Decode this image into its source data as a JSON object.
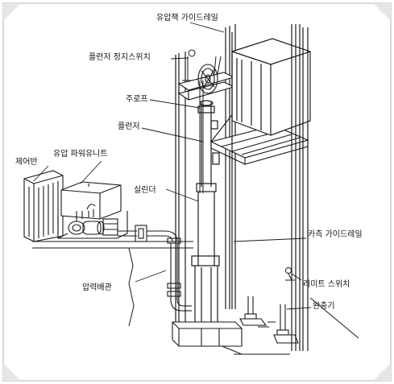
{
  "labels": {
    "jack_guide_rail": "유압잭 가이드레일",
    "plunger_stop_switch": "플런저 정지스위치",
    "main_rope": "주로프",
    "plunger": "플런저",
    "control_panel": "제어반",
    "hydraulic_power_unit": "유압 파워유니트",
    "cylinder": "실린더",
    "car_guide_rail": "카측 가이드레일",
    "pressure_pipe": "압력배관",
    "limit_switch": "리미트 스위치",
    "buffer": "완충기"
  },
  "colors": {
    "line": "#1a1a1a",
    "frame_border": "#d9d9d9",
    "corner_tab": "#e6e6e6",
    "background": "#ffffff"
  }
}
